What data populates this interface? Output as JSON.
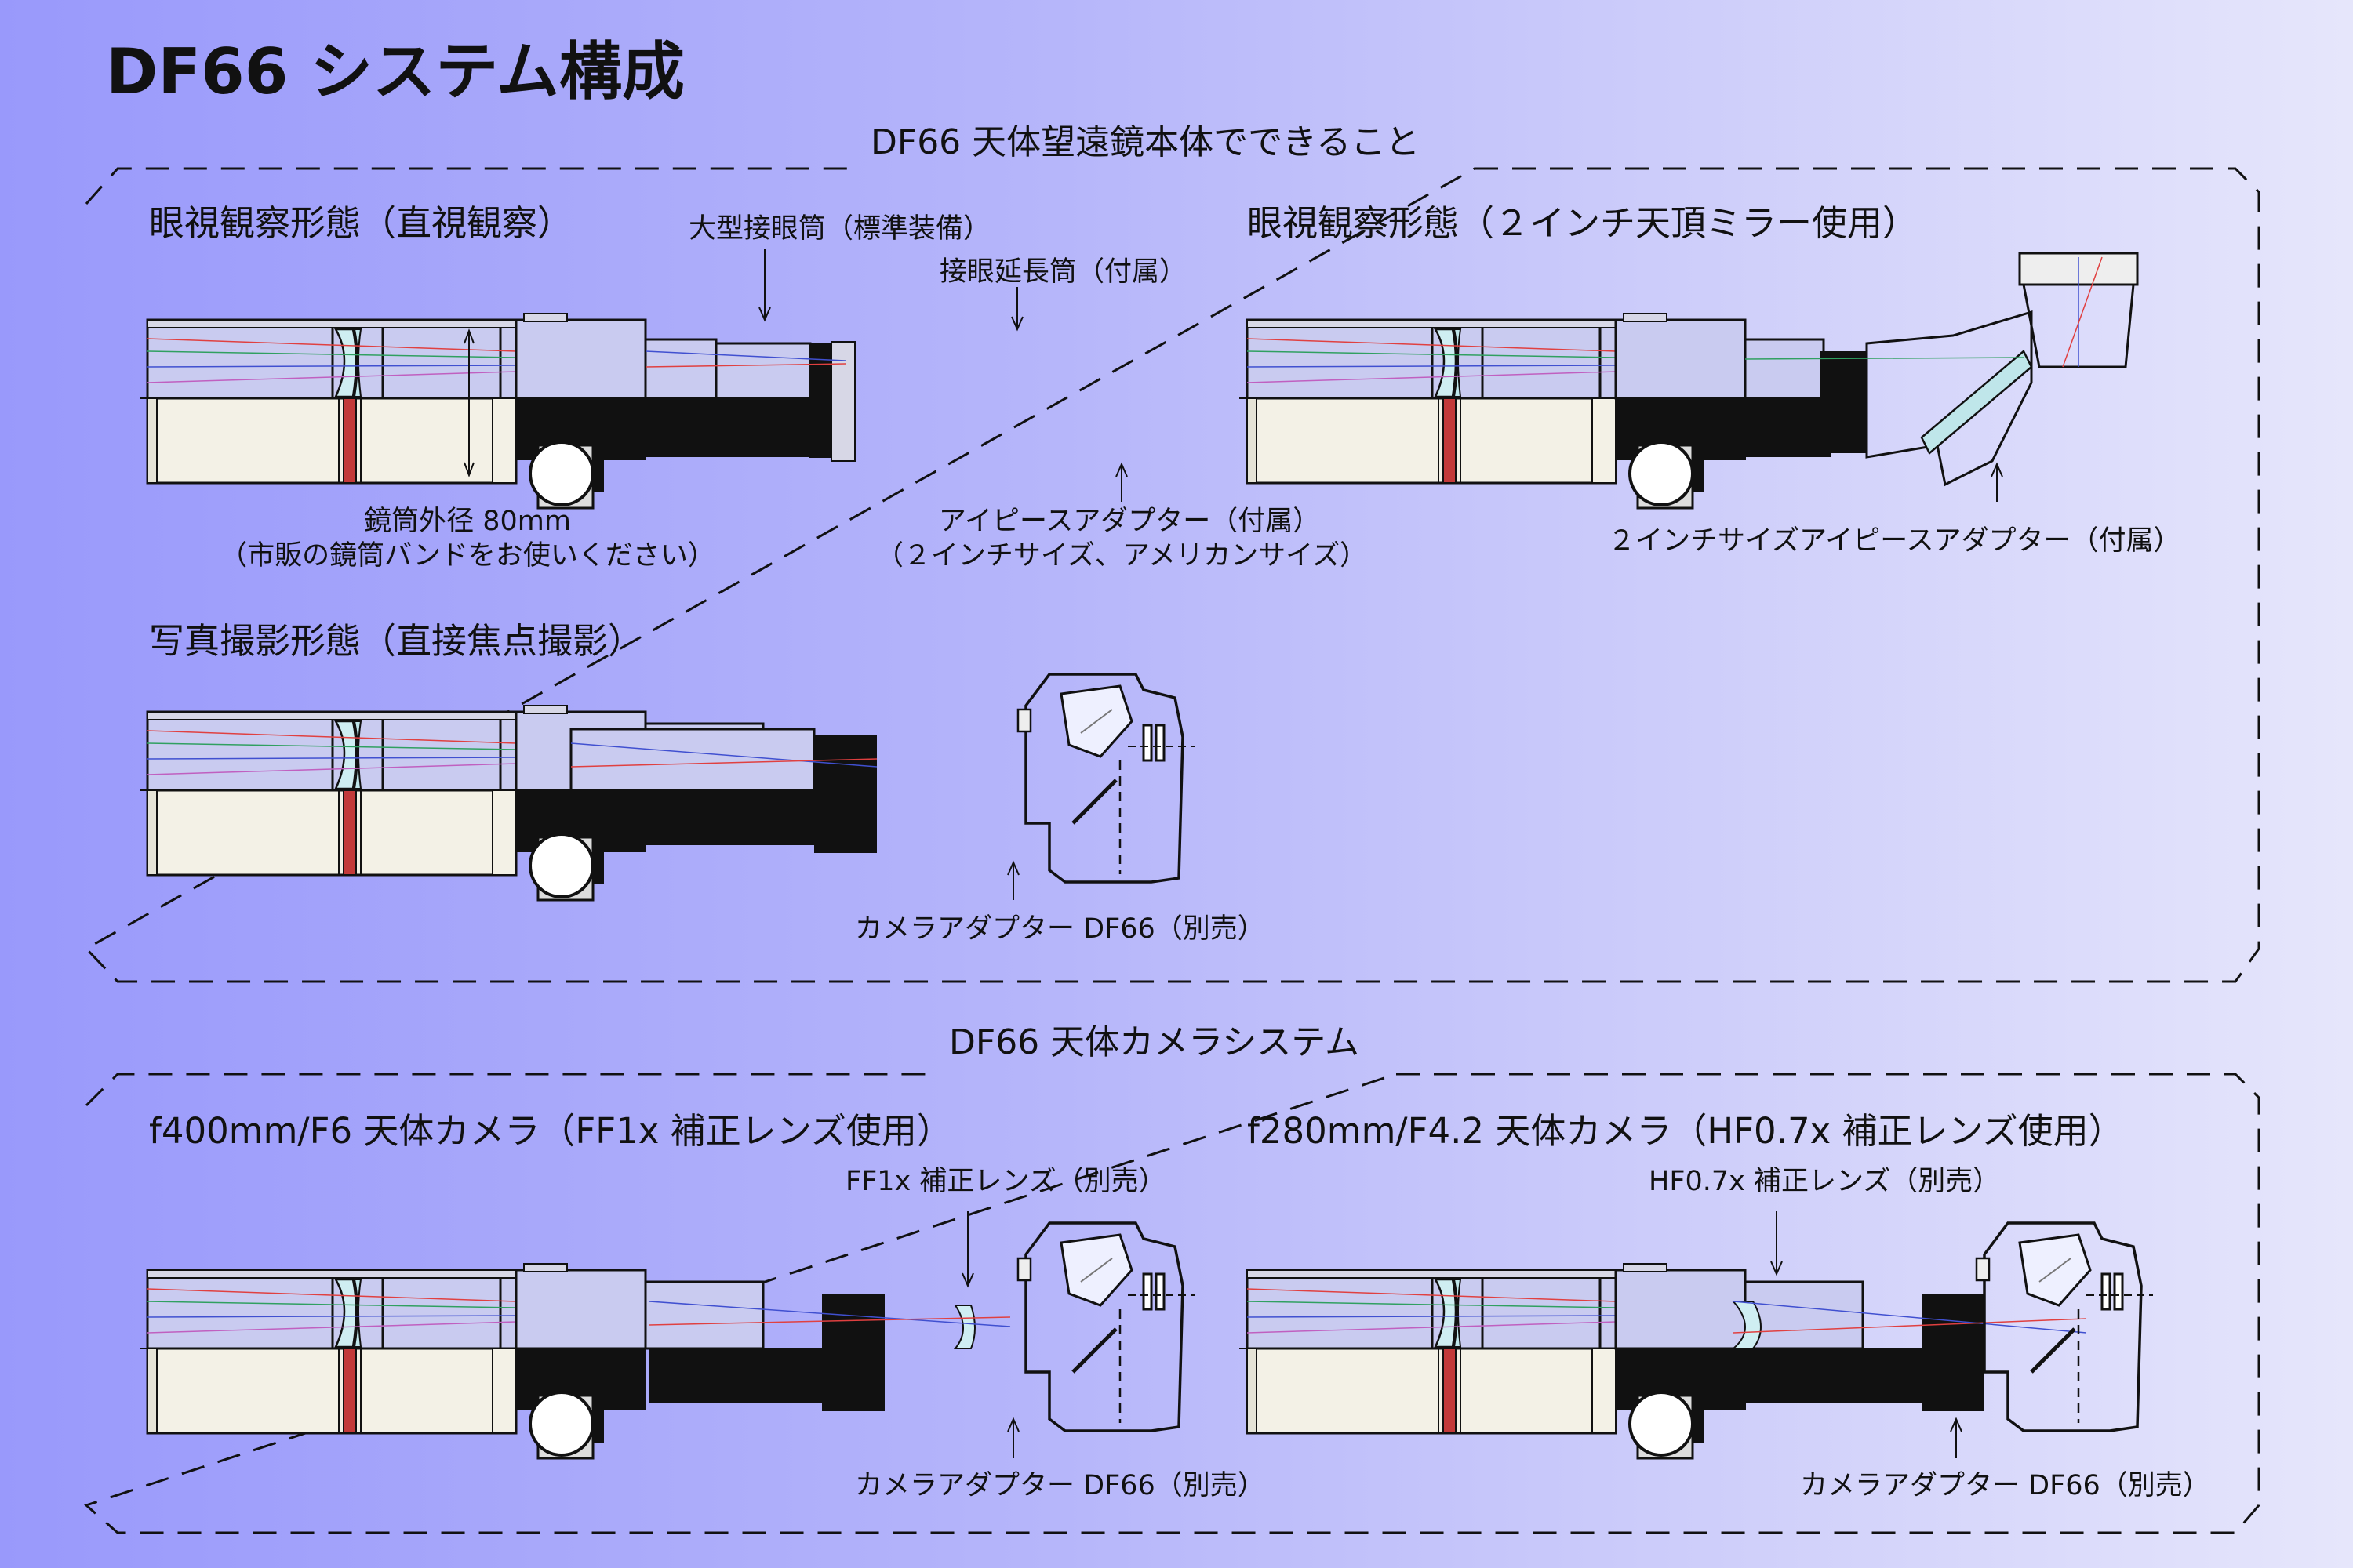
{
  "title": "DF66 システム構成",
  "section1": {
    "title": "DF66 天体望遠鏡本体でできること",
    "visual_direct": {
      "caption": "眼視観察形態（直視観察）",
      "label_eyepiece_tube": "大型接眼筒（標準装備）",
      "label_extension_tube": "接眼延長筒（付属）",
      "label_tube_dia_1": "鏡筒外径 80mm",
      "label_tube_dia_2": "（市販の鏡筒バンドをお使いください）",
      "label_adapter_1": "アイピースアダプター（付属）",
      "label_adapter_2": "（２インチサイズ、アメリカンサイズ）"
    },
    "visual_diagonal": {
      "caption": "眼視観察形態（２インチ天頂ミラー使用）",
      "label_adapter": "２インチサイズアイピースアダプター（付属）"
    },
    "photo_direct": {
      "caption": "写真撮影形態（直接焦点撮影）",
      "label_camera_adapter": "カメラアダプター DF66（別売）"
    }
  },
  "section2": {
    "title": "DF66 天体カメラシステム",
    "f400": {
      "caption": "f400mm/F6 天体カメラ（FF1x 補正レンズ使用）",
      "label_corrector": "FF1x 補正レンズ（別売）",
      "label_camera_adapter": "カメラアダプター DF66（別売）"
    },
    "f280": {
      "caption": "f280mm/F4.2 天体カメラ（HF0.7x 補正レンズ使用）",
      "label_corrector": "HF0.7x 補正レンズ（別売）",
      "label_camera_adapter": "カメラアダプター DF66（別売）"
    }
  },
  "colors": {
    "tube_white": "#f3f1e6",
    "band_red": "#c23a3a",
    "dark": "#111111",
    "lens_glass": "#cfeef2",
    "ray_red": "#e04040",
    "ray_green": "#30a060",
    "ray_blue": "#4050d0"
  }
}
